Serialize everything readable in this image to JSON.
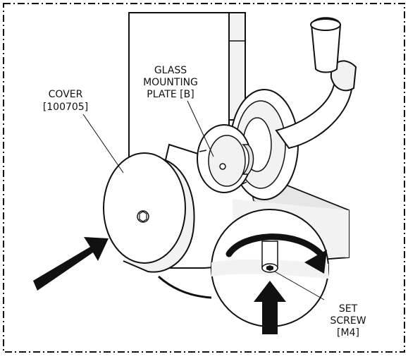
{
  "labels": {
    "cover": {
      "line1": "COVER",
      "line2": "[100705]"
    },
    "mounting_plate": {
      "line1": "GLASS",
      "line2": "MOUNTING",
      "line3": "PLATE [B]"
    },
    "set_screw": {
      "line1": "SET",
      "line2": "SCREW",
      "line3": "[M4]"
    }
  },
  "colors": {
    "ink": "#111111",
    "background": "#ffffff",
    "shade_light": "#f2f2f2",
    "shade_mid": "#e6e6e6",
    "shade_dark": "#cfcfcf"
  }
}
